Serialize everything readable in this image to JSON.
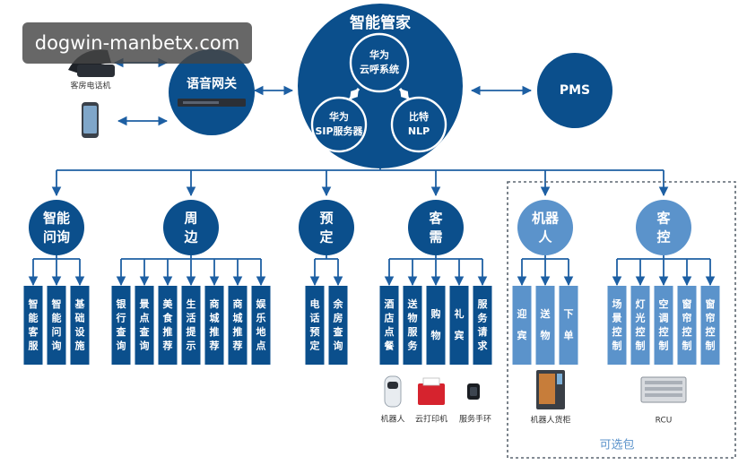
{
  "watermark": "dogwin-manbetx.com",
  "top": {
    "hub": {
      "title": "智能管家"
    },
    "inner": [
      {
        "text": [
          "华为",
          "云呼系统"
        ]
      },
      {
        "text": [
          "华为",
          "SIP服务器"
        ]
      },
      {
        "text": [
          "比特",
          "NLP"
        ]
      }
    ],
    "gateway": "语音网关",
    "pms": "PMS",
    "devices": [
      {
        "label": "客房电话机"
      },
      {
        "label": ""
      }
    ]
  },
  "categories": [
    {
      "label": [
        "智能",
        "问询"
      ],
      "optional": false,
      "items": [
        "智能客服",
        "智能问询",
        "基础设施"
      ]
    },
    {
      "label": [
        "周",
        "边"
      ],
      "optional": false,
      "items": [
        "银行查询",
        "景点查询",
        "美食推荐",
        "生活提示",
        "商城推荐",
        "商城推荐",
        "娱乐地点"
      ]
    },
    {
      "label": [
        "预",
        "定"
      ],
      "optional": false,
      "items": [
        "电话预定",
        "余房查询"
      ]
    },
    {
      "label": [
        "客",
        "需"
      ],
      "optional": false,
      "items": [
        "酒店点餐",
        "送物服务",
        "购物",
        "礼宾",
        "服务请求"
      ]
    },
    {
      "label": [
        "机器",
        "人"
      ],
      "optional": true,
      "items": [
        "迎宾",
        "送物",
        "下单"
      ]
    },
    {
      "label": [
        "客",
        "控"
      ],
      "optional": true,
      "items": [
        "场景控制",
        "灯光控制",
        "空调控制",
        "窗帘控制",
        "窗帘控制"
      ]
    }
  ],
  "hardware": [
    {
      "label": "机器人",
      "icon": "robot-icon"
    },
    {
      "label": "云打印机",
      "icon": "printer-icon"
    },
    {
      "label": "服务手环",
      "icon": "wristband-icon"
    },
    {
      "label": "机器人货柜",
      "icon": "vending-cabinet-icon"
    },
    {
      "label": "RCU",
      "icon": "rcu-panel-icon"
    }
  ],
  "optional_label": "可选包",
  "colors": {
    "dark": "#0b4f8c",
    "light": "#5b93cb",
    "line": "#1d5fa3",
    "dashed": "#5c6670"
  }
}
